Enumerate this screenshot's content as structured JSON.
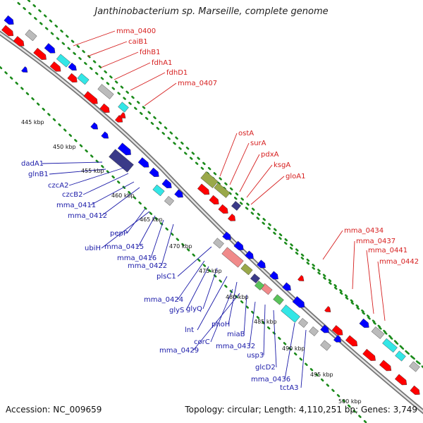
{
  "title": "Janthinobacterium sp. Marseille, complete genome",
  "footer": {
    "accession": "Accession: NC_009659",
    "summary": "Topology: circular; Length: 4,110,251 bp; Genes: 3,749"
  },
  "colors": {
    "forward_strand": "#ff0000",
    "reverse_strand": "#0000ff",
    "backbone": "#999999",
    "tick_dots": "#1a8a1a",
    "red_label": "#d61e1e",
    "blue_label": "#1a1aa8",
    "feature_cyan": "#33e6e6",
    "feature_gray": "#bbbbbb",
    "feature_darkblue": "#3a3a88",
    "feature_olive": "#9aa84a",
    "feature_pink": "#f08a8a",
    "feature_green": "#5ac35a"
  },
  "kbp_ticks": [
    "445 kbp",
    "450 kbp",
    "455 kbp",
    "460 kbp",
    "465 kbp",
    "470 kbp",
    "475 kbp",
    "480 kbp",
    "485 kbp",
    "490 kbp",
    "495 kbp",
    "500 kbp"
  ],
  "red_labels": [
    "mma_0400",
    "caiB1",
    "fdhB1",
    "fdhA1",
    "fdhD1",
    "mma_0407",
    "ostA",
    "surA",
    "pdxA",
    "ksgA",
    "gloA1",
    "mma_0434",
    "mma_0437",
    "mma_0441",
    "mma_0442"
  ],
  "blue_labels": [
    "dadA1",
    "glnB1",
    "czcA2",
    "czcB2",
    "mma_0411",
    "mma_0412",
    "pepP",
    "ubiH",
    "mma_0415",
    "mma_0416",
    "mma_0422",
    "plsC1",
    "mma_0424",
    "glyS",
    "glyQ",
    "lnt",
    "phoH",
    "corC",
    "mma_0429",
    "miaB",
    "mma_0432",
    "usp3",
    "glcD2",
    "mma_0436",
    "tctA3"
  ]
}
